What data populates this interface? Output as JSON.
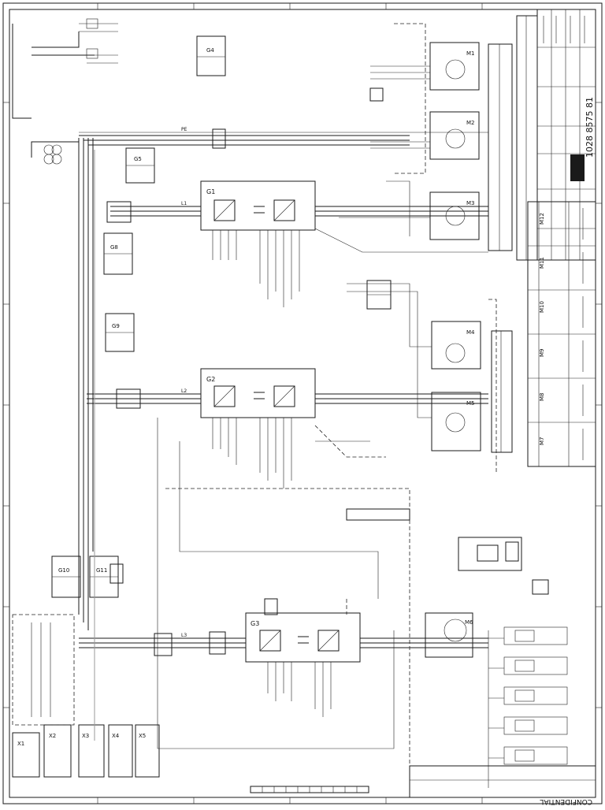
{
  "document": {
    "drawing_number": "1028 8575 81",
    "confidential": "CONFIDENTIAL"
  },
  "inverter_labels": [
    "G1",
    "G2",
    "G3"
  ],
  "panel_labels": [
    "G4",
    "G5",
    "G10",
    "G11"
  ],
  "motor_labels": [
    "M1",
    "M2",
    "M3",
    "M4",
    "M5",
    "M6"
  ],
  "fan_columns": [
    "M7",
    "M8",
    "M9",
    "M10",
    "M11",
    "M12"
  ],
  "side_labels": [
    "G8",
    "G9"
  ],
  "bottom_panels": [
    "X1",
    "X2",
    "X3",
    "X4",
    "X5"
  ],
  "rail_labels": [
    "L1",
    "L2",
    "L3",
    "PE"
  ],
  "colors": {
    "line": "#1a1a1a",
    "paper": "#ffffff",
    "gray": "#9a9a9a"
  }
}
